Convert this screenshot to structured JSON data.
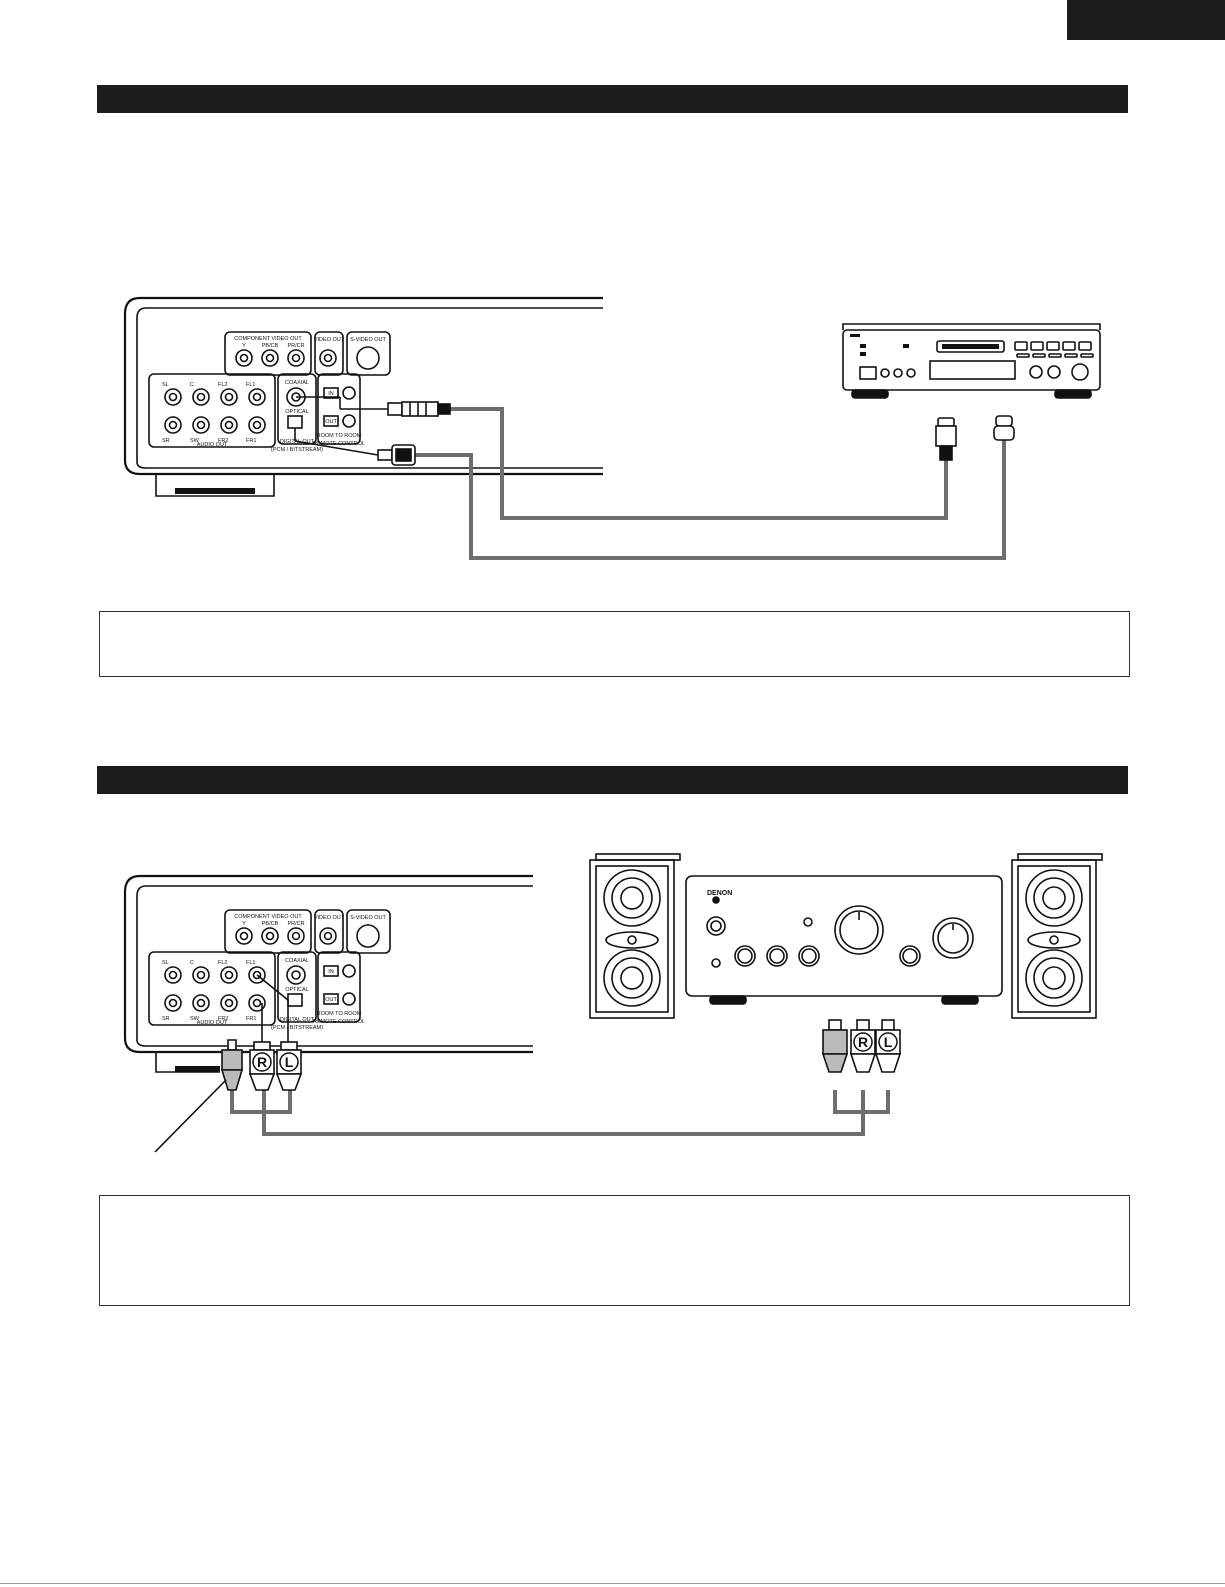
{
  "receiver_panel": {
    "component_video_out": "COMPONENT VIDEO OUT",
    "y": "Y",
    "pb_cb": "PB/CB",
    "pr_cr": "PR/CR",
    "video_out": "VIDEO OUT",
    "s_video_out": "S-VIDEO OUT",
    "sl": "SL",
    "c": "C",
    "fl2": "FL2",
    "fl1": "FL1",
    "sr": "SR",
    "sw": "SW",
    "fr2": "FR2",
    "fr1": "FR1",
    "audio_out": "AUDIO OUT",
    "coaxial": "COAXIAL",
    "optical": "OPTICAL",
    "digital_out": "DIGITAL OUT",
    "pcm_bitstream": "(PCM / BITSTREAM)",
    "in": "IN",
    "out": "OUT",
    "room_to_room": "ROOM TO ROOM",
    "remote_control": "REMOTE CONTROL"
  },
  "plug_labels": {
    "right": "R",
    "left": "L"
  },
  "amplifier": {
    "brand": "DENON"
  },
  "colors": {
    "bar": "#1c1c1c",
    "cable": "#6e6e6e",
    "line": "#111111"
  }
}
